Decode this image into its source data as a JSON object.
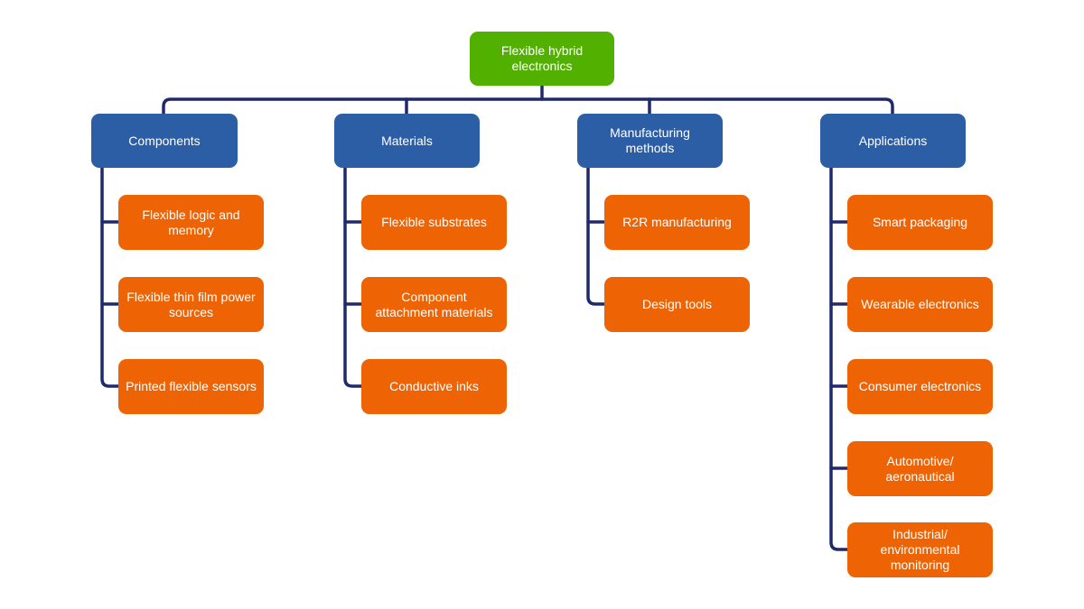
{
  "diagram": {
    "colors": {
      "root": "#52b100",
      "category": "#2c5ea5",
      "leaf": "#ee6304",
      "connector": "#1e2a6b"
    },
    "root": {
      "label": "Flexible hybrid electronics"
    },
    "categories": [
      {
        "label": "Components",
        "items": [
          "Flexible logic and memory",
          "Flexible thin film power sources",
          "Printed flexible sensors"
        ]
      },
      {
        "label": "Materials",
        "items": [
          "Flexible substrates",
          "Component attachment materials",
          "Conductive inks"
        ]
      },
      {
        "label": "Manufacturing methods",
        "items": [
          "R2R manufacturing",
          "Design tools"
        ]
      },
      {
        "label": "Applications",
        "items": [
          "Smart packaging",
          "Wearable electronics",
          "Consumer electronics",
          "Automotive/ aeronautical",
          "Industrial/ environmental monitoring"
        ]
      }
    ]
  }
}
